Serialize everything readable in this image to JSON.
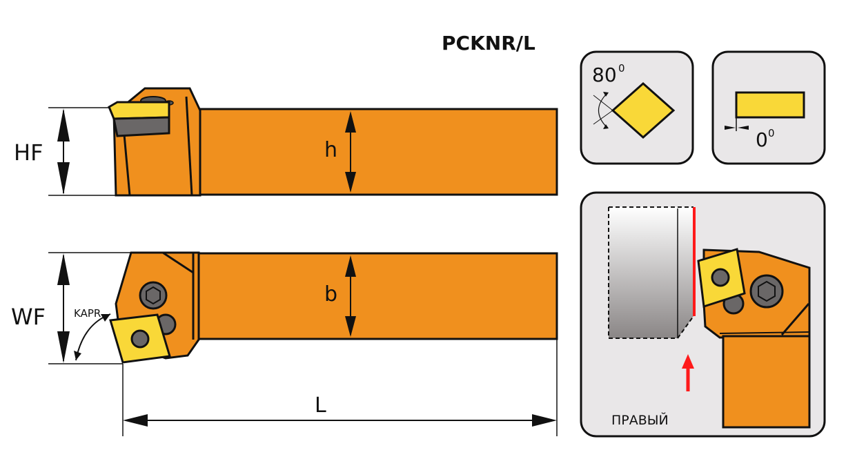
{
  "title": "PCKNR/L",
  "colors": {
    "holder": "#F0901E",
    "insert": "#F9D838",
    "screw": "#6A6767",
    "outline": "#111111",
    "panel_bg": "#E9E7E8",
    "feed_arrow": "#FF1A1A",
    "cut_line": "#FF1A1A"
  },
  "side_view": {
    "dim_hf": "HF",
    "dim_h": "h"
  },
  "top_view": {
    "dim_wf": "WF",
    "dim_b": "b",
    "angle_label": "KAPR",
    "dim_l": "L"
  },
  "insert_shape_panel": {
    "angle_value": "80",
    "angle_unit": "0"
  },
  "clearance_panel": {
    "angle_value": "0",
    "angle_unit": "0"
  },
  "application_panel": {
    "hand_label": "ПРАВЫЙ"
  }
}
